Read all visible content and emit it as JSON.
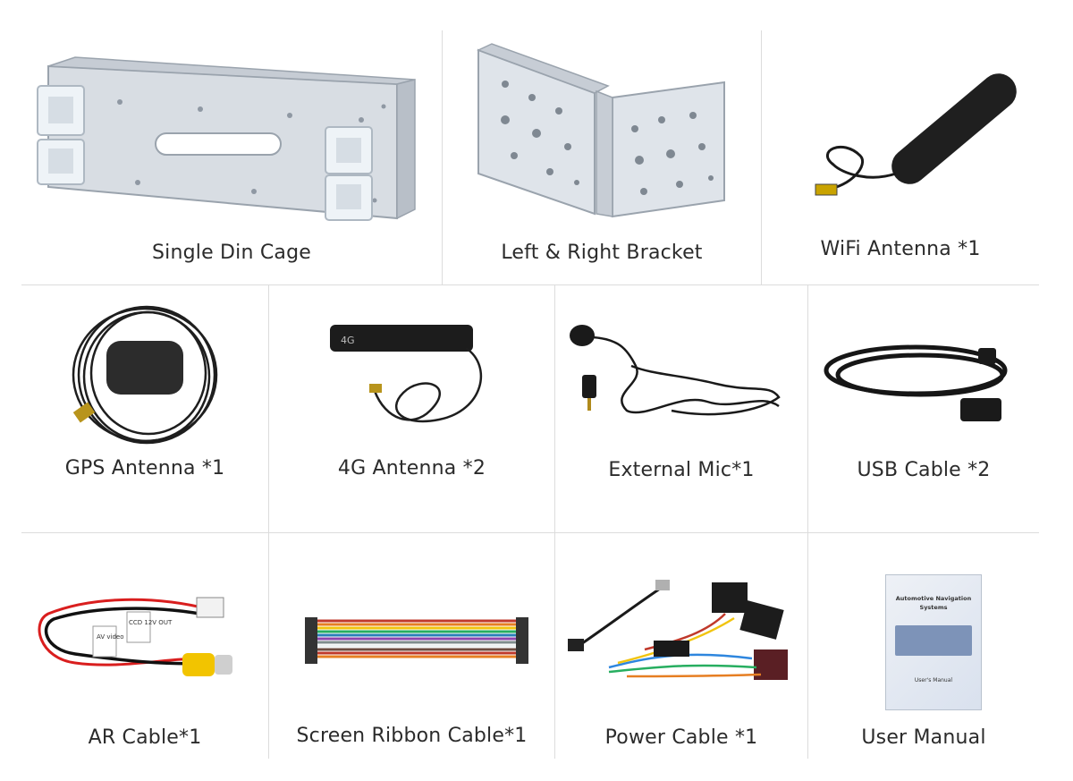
{
  "items": [
    {
      "label": "Single Din Cage"
    },
    {
      "label": "Left & Right Bracket"
    },
    {
      "label": "WiFi Antenna *1"
    },
    {
      "label": "GPS Antenna *1"
    },
    {
      "label": "4G Antenna *2"
    },
    {
      "label": "External Mic*1"
    },
    {
      "label": "USB Cable *2"
    },
    {
      "label": "AR Cable*1"
    },
    {
      "label": "Screen Ribbon Cable*1"
    },
    {
      "label": "Power Cable *1"
    },
    {
      "label": "User Manual"
    }
  ],
  "antenna_tag": "4G",
  "manual": {
    "title_line1": "Automotive Navigation",
    "title_line2": "Systems",
    "footer": "User's Manual"
  },
  "ar_tags": [
    "AV video",
    "CCD 12V OUT"
  ]
}
